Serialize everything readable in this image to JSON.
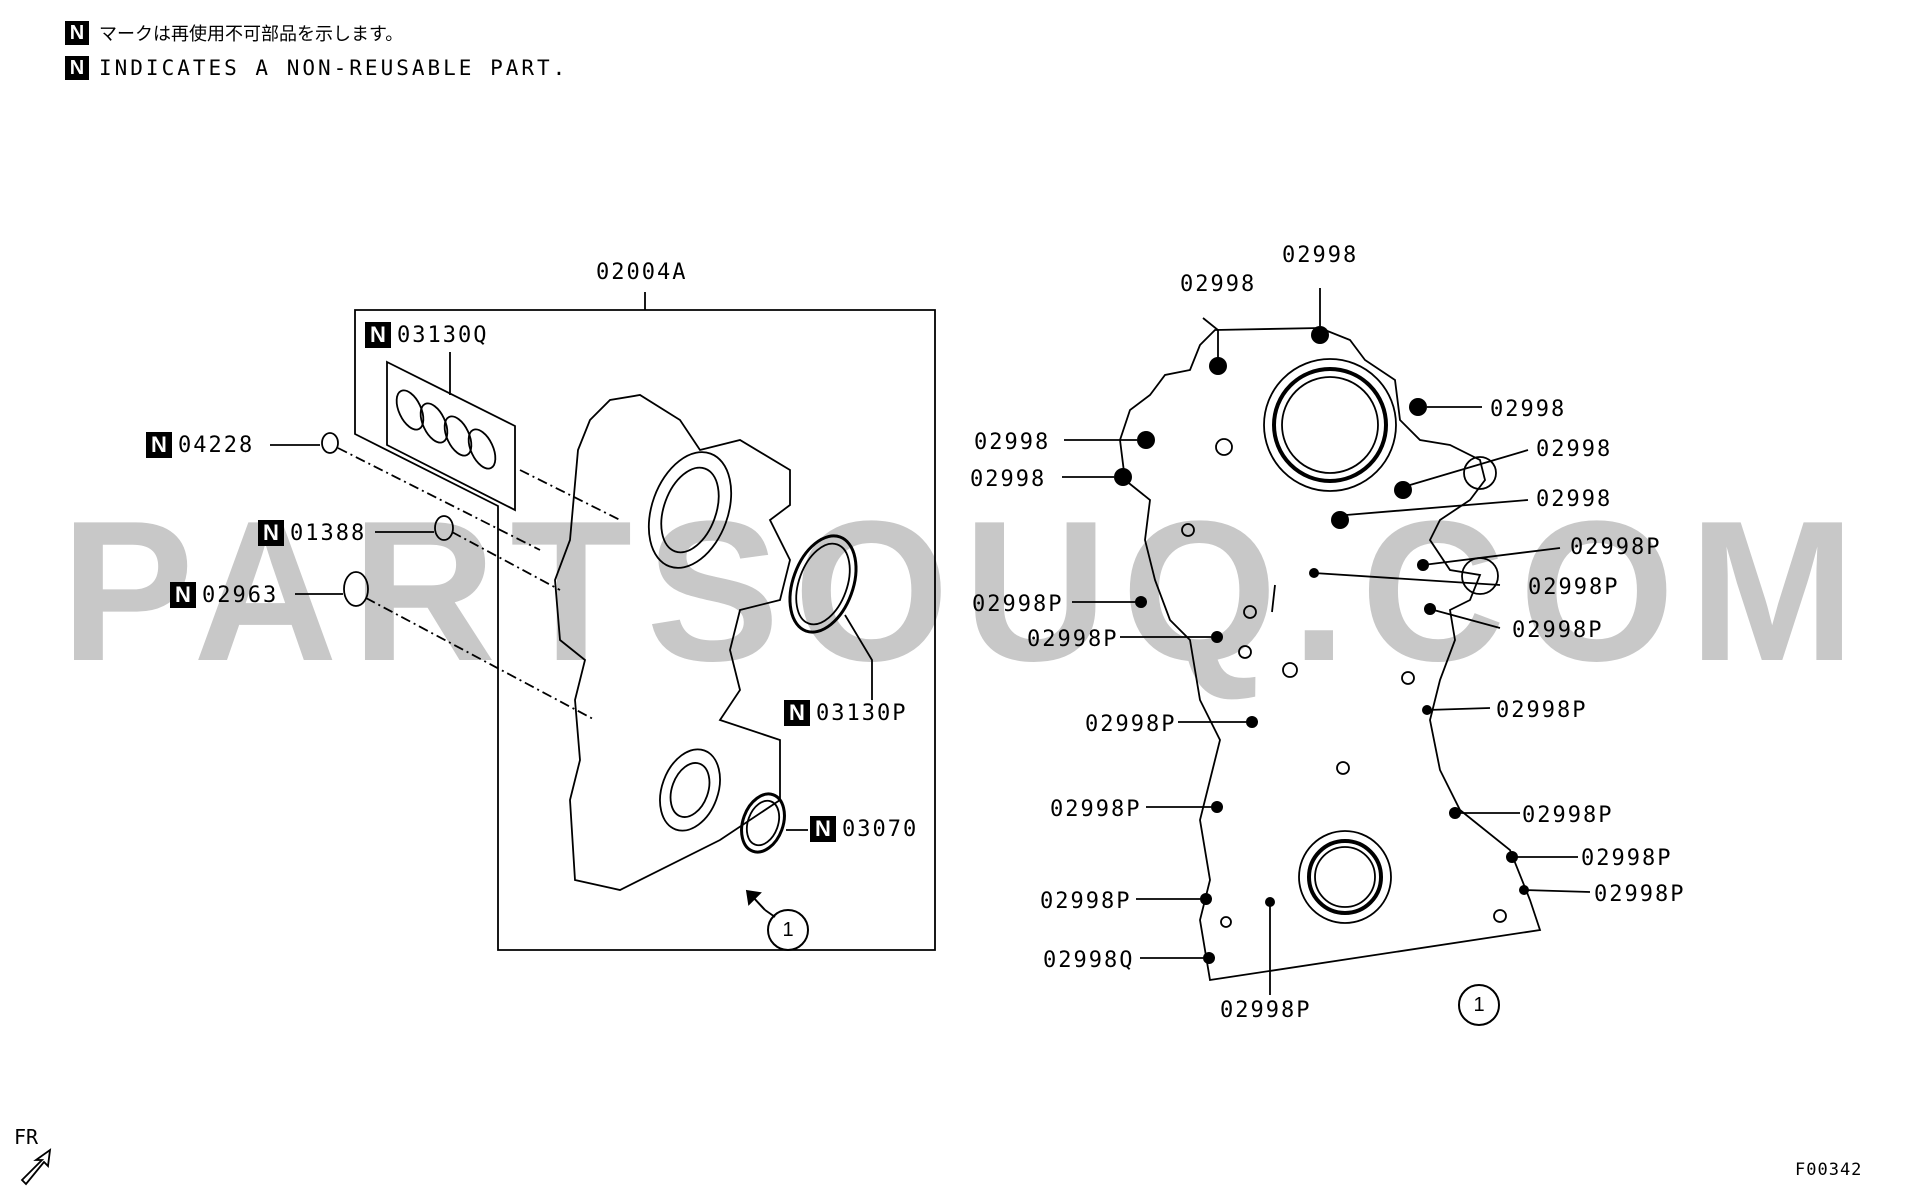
{
  "notes": {
    "jp": "マークは再使用不可部品を示します。",
    "en": "INDICATES A NON-REUSABLE PART.",
    "mark": "N"
  },
  "watermark": "PARTSOUQ.COM",
  "assembly_label": "02004A",
  "left_labels": {
    "gasket_set": "03130Q",
    "oring_1": "04228",
    "oring_2": "01388",
    "oring_3": "02963",
    "seal_1": "03130P",
    "seal_2": "03070"
  },
  "bolt_labels": {
    "a": "02998",
    "b": "02998P",
    "c": "02998Q"
  },
  "ref_mark": "1",
  "direction": "FR",
  "figure_code": "F00342"
}
